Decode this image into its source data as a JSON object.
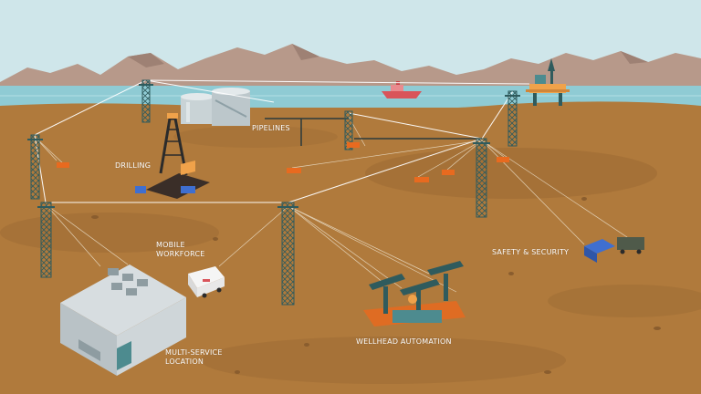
{
  "labels": {
    "pipelines": "PIPELINES",
    "drilling": "DRILLING",
    "mobile_workforce_line1": "MOBILE",
    "mobile_workforce_line2": "WORKFORCE",
    "safety_security": "SAFETY & SECURITY",
    "multi_service_line1": "MULTI-SERVICE",
    "multi_service_line2": "LOCATION",
    "wellhead_automation": "WELLHEAD AUTOMATION"
  },
  "colors": {
    "sky": "#cfe6ea",
    "mountain": "#b7998a",
    "sea": "#8fcbd4",
    "ground": "#b07a3c",
    "ground_dark": "#9c6a33",
    "tower": "#2f5b5d",
    "tank": "#c9d3d6",
    "label": "#ffffff",
    "link_line": "#ffffff",
    "fire": "#e86a1f"
  },
  "icons": [
    "transmission-tower-icon",
    "storage-tank-icon",
    "drilling-rig-icon",
    "pumpjack-icon",
    "ambulance-icon",
    "truck-icon",
    "building-icon",
    "offshore-platform-icon",
    "ship-icon"
  ]
}
